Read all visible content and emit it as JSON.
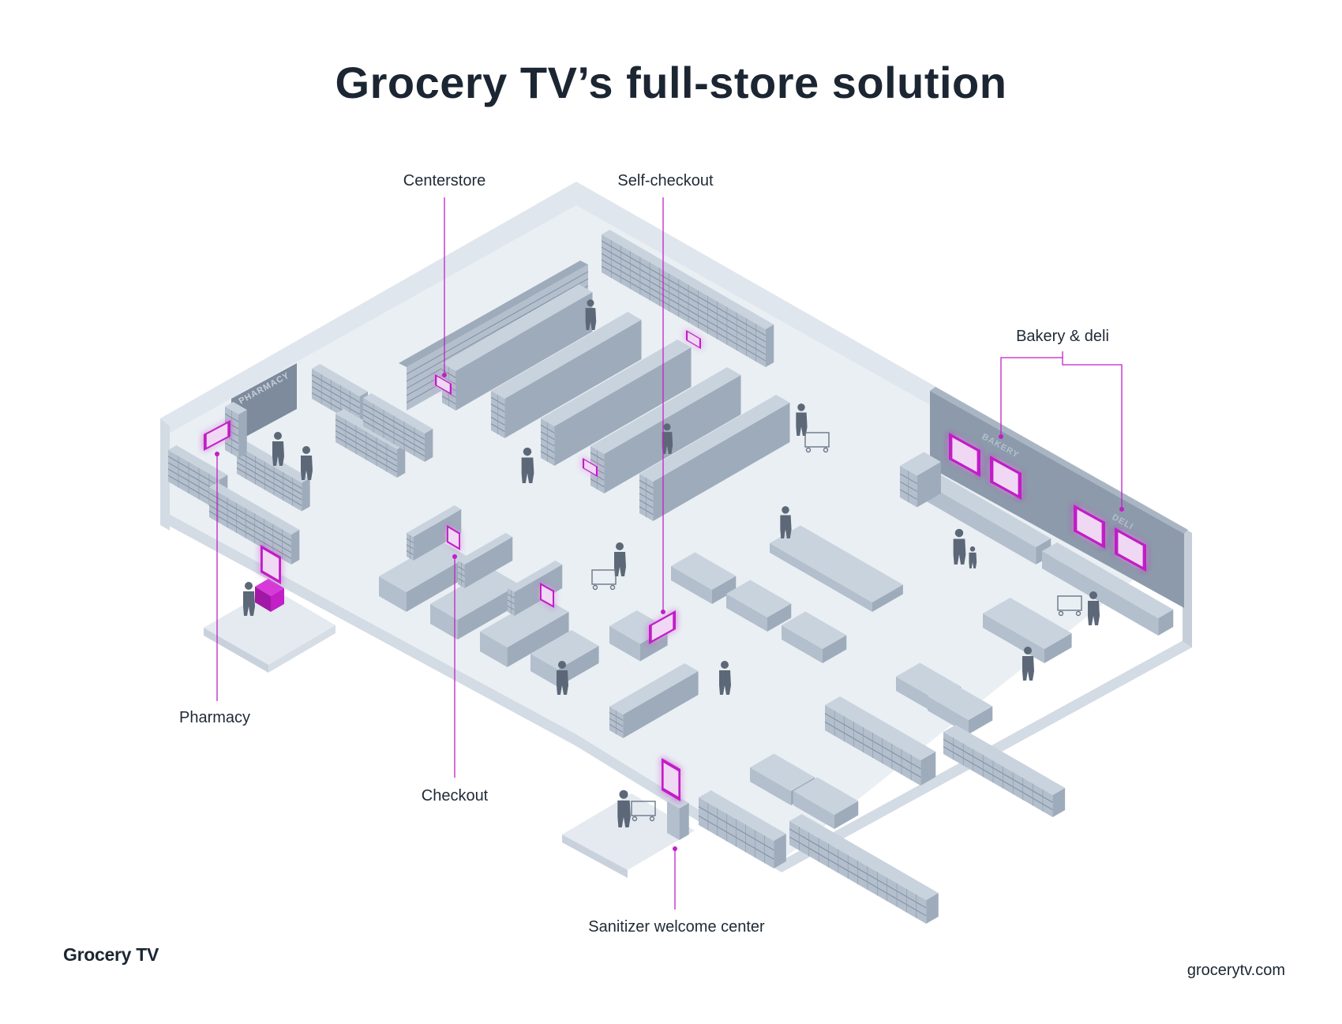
{
  "title": "Grocery TV’s full-store solution",
  "callouts": {
    "centerstore": "Centerstore",
    "self_checkout": "Self-checkout",
    "bakery_deli": "Bakery & deli",
    "pharmacy": "Pharmacy",
    "checkout": "Checkout",
    "sanitizer": "Sanitizer welcome center"
  },
  "signs": {
    "pharmacy": "PHARMACY",
    "bakery": "BAKERY",
    "deli": "DELI"
  },
  "footer": {
    "brand": "Grocery TV",
    "url": "grocerytv.com"
  },
  "colors": {
    "accent": "#c21fc7",
    "floor": "#eaeff4",
    "wall": "#dfe6ed",
    "wall_dark": "#8d9aab",
    "fixture_top": "#c9d3de",
    "fixture_side": "#9eabbb",
    "fixture_front": "#b3bfcc",
    "shopper": "#5c6877",
    "text": "#1c2633"
  }
}
